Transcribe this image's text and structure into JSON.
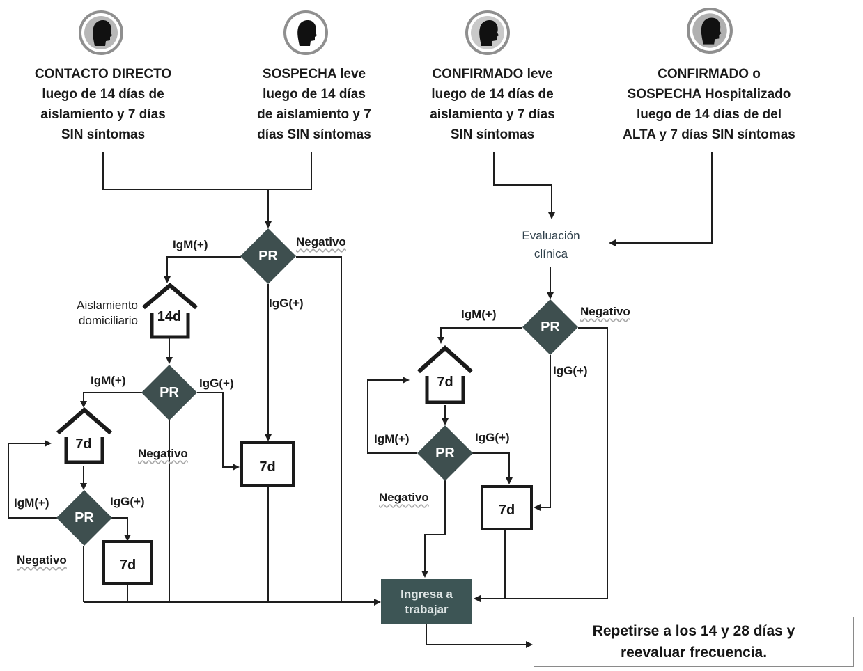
{
  "colors": {
    "diamond": "#3e4f4f",
    "ingresa_box": "#3d5555",
    "line": "#1e1e1e",
    "icon_ring": "#8f8f8f"
  },
  "headers": [
    {
      "icon": "head-silhouette-icon",
      "lines": [
        "CONTACTO DIRECTO",
        "luego de 14 días de",
        "aislamiento y 7 días",
        "SIN síntomas"
      ]
    },
    {
      "icon": "head-silhouette-icon",
      "lines": [
        "SOSPECHA leve",
        "luego de 14 días",
        "de aislamiento y 7",
        "días SIN síntomas"
      ]
    },
    {
      "icon": "head-silhouette-icon",
      "lines": [
        "CONFIRMADO leve",
        "luego de 14 días de",
        "aislamiento y 7 días",
        "SIN síntomas"
      ]
    },
    {
      "icon": "head-silhouette-icon",
      "lines": [
        "CONFIRMADO o",
        "SOSPECHA Hospitalizado",
        "luego de 14 días de del",
        "ALTA y 7 días SIN síntomas"
      ]
    }
  ],
  "evaluation": {
    "lines": [
      "Evaluación",
      "clínica"
    ]
  },
  "decision_label": "PR",
  "branch_labels": {
    "igm": "IgM(+)",
    "igg": "IgG(+)",
    "negative": "Negativo"
  },
  "isolation_note": {
    "lines": [
      "Aislamiento",
      "domiciliario"
    ]
  },
  "durations": {
    "home_long": "14d",
    "short": "7d"
  },
  "outcome": {
    "lines": [
      "Ingresa a",
      "trabajar"
    ]
  },
  "final_note": {
    "lines": [
      "Repetirse a los 14 y 28 días y",
      "reevaluar frecuencia."
    ]
  }
}
